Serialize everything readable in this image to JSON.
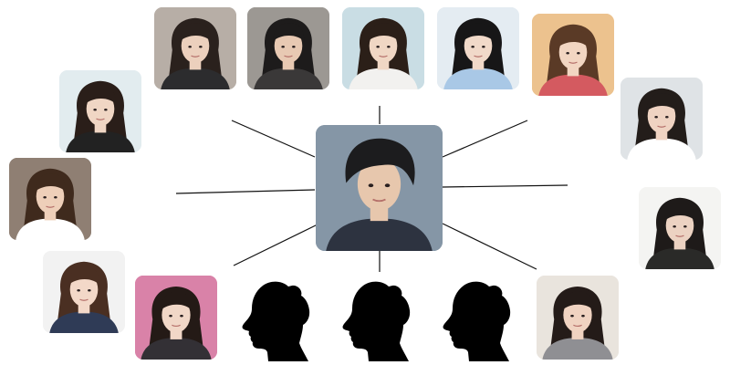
{
  "diagram": {
    "center": {
      "icon": "man-portrait-photo",
      "hair": "#1c1c1e",
      "skin": "#e7c7ad",
      "background": "#8596a6",
      "top": "#2d3340"
    },
    "nodes": [
      {
        "icon": "woman-portrait-photo",
        "hair": "#2a211d",
        "skin": "#ecd0bd",
        "background": "#b7aea6",
        "top": "#2c2c2e"
      },
      {
        "icon": "woman-portrait-photo",
        "hair": "#1d1b1b",
        "skin": "#e8c9b3",
        "background": "#9c9893",
        "top": "#3a3838"
      },
      {
        "icon": "woman-portrait-photo",
        "hair": "#2b1f18",
        "skin": "#f0d7c4",
        "background": "#c9dde4",
        "top": "#f2f1ef"
      },
      {
        "icon": "woman-portrait-photo",
        "hair": "#171617",
        "skin": "#f1d9c9",
        "background": "#e4ecf2",
        "top": "#a9c8e6"
      },
      {
        "icon": "woman-portrait-photo",
        "hair": "#5a3a26",
        "skin": "#f2d6c2",
        "background": "#ecc28e",
        "top": "#d45a60"
      },
      {
        "icon": "woman-portrait-photo",
        "hair": "#231d1a",
        "skin": "#efd3c2",
        "background": "#dfe3e6",
        "top": "#ffffff"
      },
      {
        "icon": "woman-portrait-photo",
        "hair": "#1e1a19",
        "skin": "#ecd2c2",
        "background": "#f4f4f2",
        "top": "#2a2a28"
      },
      {
        "icon": "woman-portrait-photo",
        "hair": "#241b18",
        "skin": "#f0d3c1",
        "background": "#e9e4dd",
        "top": "#8f8f93"
      },
      {
        "icon": "woman-portrait-photo",
        "hair": "#241a16",
        "skin": "#f1d7c7",
        "background": "#d982a8",
        "top": "#333035"
      },
      {
        "icon": "woman-portrait-photo",
        "hair": "#4a2f22",
        "skin": "#f3d8c8",
        "background": "#f2f2f2",
        "top": "#2f3b56"
      },
      {
        "icon": "woman-portrait-photo",
        "hair": "#3f2a1d",
        "skin": "#eecfb9",
        "background": "#8f7f73",
        "top": "#ffffff"
      },
      {
        "icon": "woman-portrait-photo",
        "hair": "#2a1e19",
        "skin": "#f0d6c4",
        "background": "#e2ecef",
        "top": "#222222"
      }
    ],
    "silhouettes": [
      {
        "icon": "female-silhouette-icon",
        "color": "#000000"
      },
      {
        "icon": "female-silhouette-icon",
        "color": "#000000"
      },
      {
        "icon": "female-silhouette-icon",
        "color": "#000000"
      }
    ],
    "line_color": "#111111"
  }
}
